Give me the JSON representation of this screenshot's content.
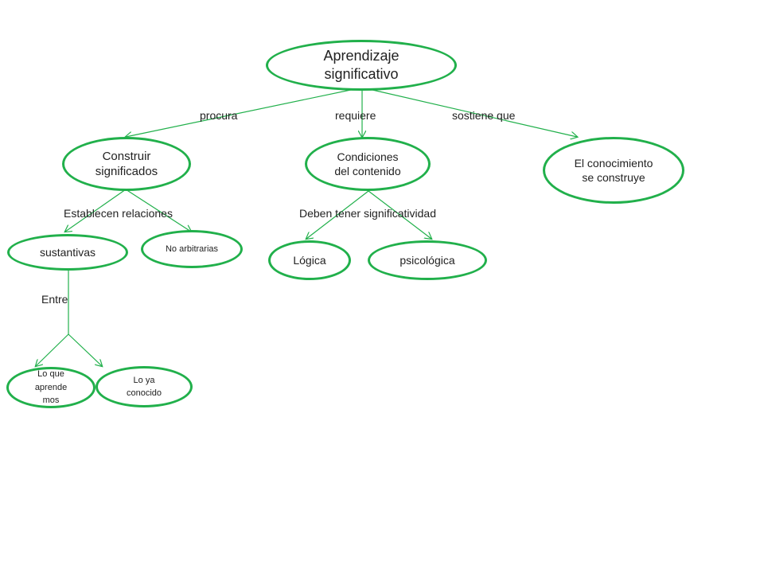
{
  "colors": {
    "node_border": "#21b04b",
    "connector": "#21b04b",
    "text": "#222222"
  },
  "nodes": {
    "root": "Aprendizaje significativo",
    "construir": "Construir significados",
    "condiciones": "Condiciones del contenido",
    "conocimiento": "El conocimiento se construye",
    "sustantivas": "sustantivas",
    "no_arbitrarias": "No arbitrarias",
    "logica": "Lógica",
    "psicologica": "psicológica",
    "lo_que_aprendemos": "Lo que aprende mos",
    "lo_ya_conocido": "Lo ya conocido"
  },
  "links": {
    "procura": "procura",
    "requiere": "requiere",
    "sostiene_que": "sostiene que",
    "establecen_relaciones": "Establecen relaciones",
    "deben_tener": "Deben tener significatividad",
    "entre": "Entre"
  }
}
